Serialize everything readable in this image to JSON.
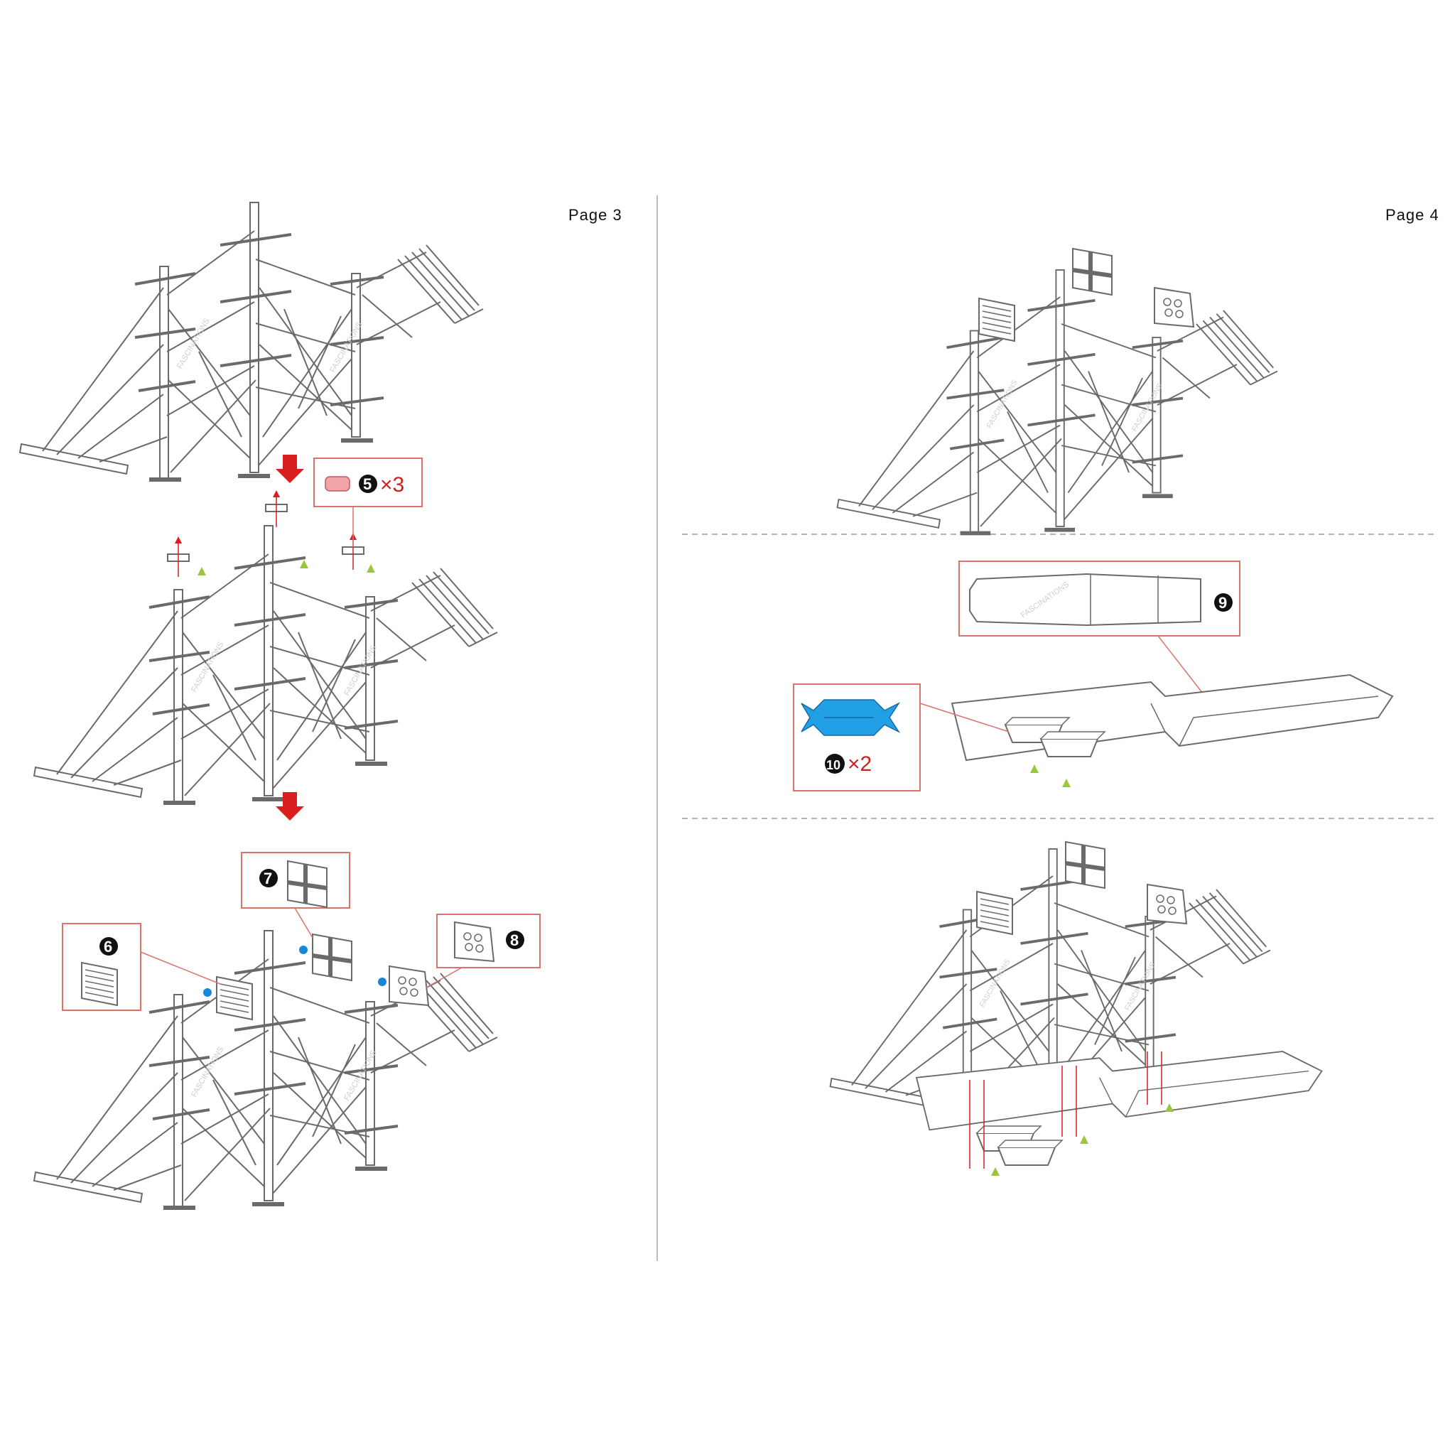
{
  "pages": {
    "left": {
      "label": "Page 3"
    },
    "right": {
      "label": "Page 4"
    }
  },
  "parts": {
    "part5": {
      "number": "5",
      "multiplier": "×3"
    },
    "part6": {
      "number": "6"
    },
    "part7": {
      "number": "7"
    },
    "part8": {
      "number": "8"
    },
    "part9": {
      "number": "9"
    },
    "part10": {
      "number": "10",
      "multiplier": "×2"
    }
  },
  "watermark": "FASCINATIONS",
  "colors": {
    "line": "#6a6a6a",
    "callout_border": "#d9736b",
    "arrow_red": "#d81e1e",
    "marker_green": "#9bc53d",
    "marker_blue": "#1a86d9",
    "boat_blue": "#22a0e6",
    "part5_pink": "#f2a3a8",
    "badge_black": "#111111",
    "divider": "#bdbdbd"
  },
  "icons": [
    "arrow-down-icon",
    "triangle-marker-icon",
    "dot-marker-icon",
    "flag-stripes-icon",
    "flag-cross-icon",
    "flag-dots-icon"
  ]
}
